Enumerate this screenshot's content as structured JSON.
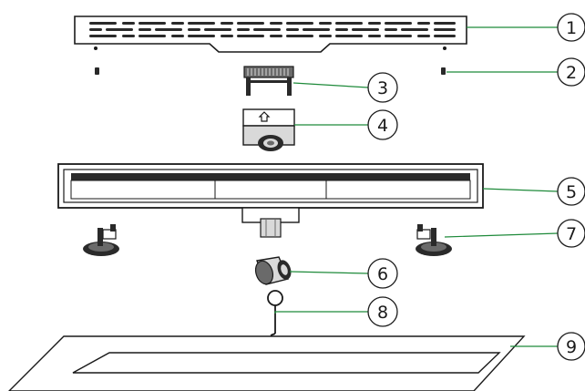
{
  "colors": {
    "leader": "#1e8a3a",
    "part": "#1a1a1a",
    "fill_dark": "#2a2a2a",
    "fill_mid": "#6a6a6a",
    "fill_light": "#d9d9d9",
    "background": "#ffffff"
  },
  "callouts": [
    {
      "id": "1",
      "part": "grate-cover"
    },
    {
      "id": "2",
      "part": "screws"
    },
    {
      "id": "3",
      "part": "hair-strainer"
    },
    {
      "id": "4",
      "part": "odour-trap"
    },
    {
      "id": "5",
      "part": "drain-channel"
    },
    {
      "id": "6",
      "part": "outlet-pipe"
    },
    {
      "id": "7",
      "part": "adjustable-leg"
    },
    {
      "id": "8",
      "part": "lift-hook"
    },
    {
      "id": "9",
      "part": "tile-frame"
    }
  ]
}
